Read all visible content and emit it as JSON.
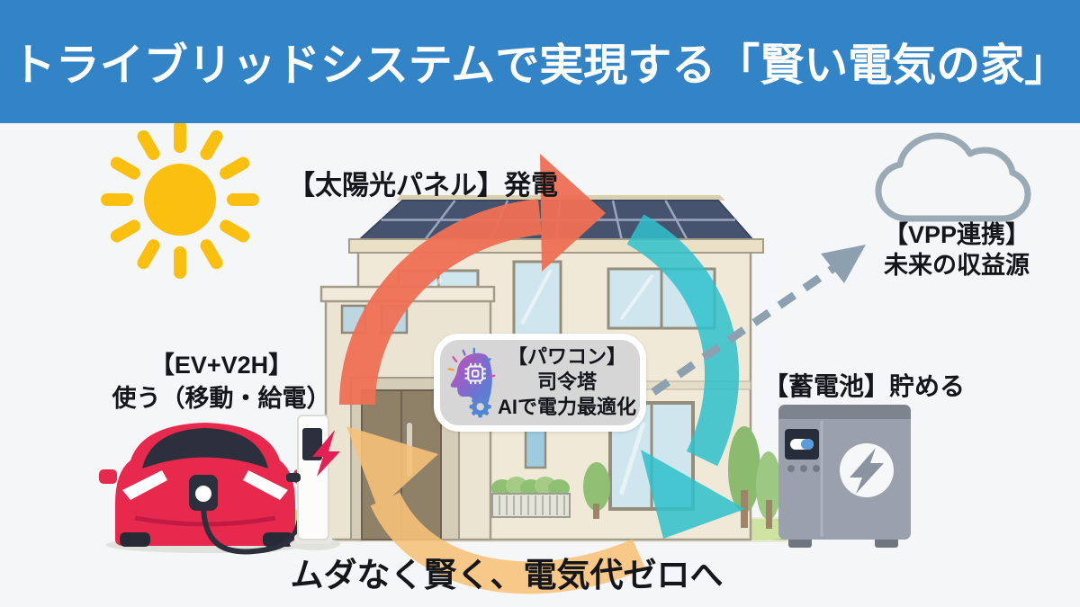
{
  "header": {
    "title": "トライブリッドシステムで実現する「賢い電気の家」",
    "bg_color": "#3384c6",
    "text_color": "#ffffff"
  },
  "labels": {
    "solar": "【太陽光パネル】発電",
    "vpp_line1": "【VPP連携】",
    "vpp_line2": "未来の収益源",
    "ev_line1": "【EV+V2H】",
    "ev_line2": "使う（移動・給電）",
    "battery": "【蓄電池】貯める",
    "tagline": "ムダなく賢く、電気代ゼロへ"
  },
  "power_box": {
    "line1": "【パワコン】",
    "line2": "司令塔",
    "line3": "AIで電力最適化"
  },
  "icons": {
    "sun": "sun-icon",
    "cloud": "cloud-icon",
    "ai_head": "ai-chip-head-icon",
    "gear": "gear-icon",
    "station_bolt": "lightning-bolt-icon",
    "battery_bolt": "lightning-bolt-icon",
    "solar_panels": "solar-panel-icon"
  },
  "colors": {
    "background": "#f4f6f8",
    "header_bg": "#3384c6",
    "sun": "#fbbf10",
    "solar_flow_arrow": "#ef7054",
    "storage_flow_arrow": "#2fc1cb",
    "usage_flow_arrow": "#f7c278",
    "vpp_dashed_arrow": "#8ca0af",
    "cloud_outline": "#9aaab4",
    "ev_car": "#e8294e",
    "bolt_pink": "#e61e55",
    "battery_unit": "#9aa1ac"
  }
}
